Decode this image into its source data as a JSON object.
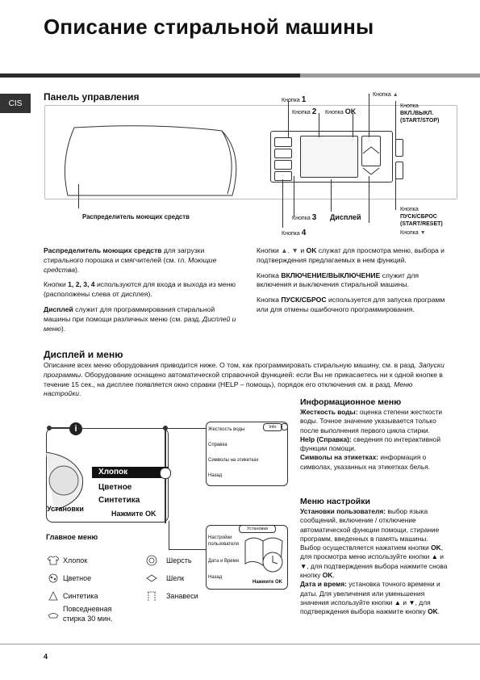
{
  "header": {
    "title": "Описание стиральной машины",
    "lang_tab": "CIS"
  },
  "control_panel": {
    "heading": "Панель управления",
    "labels": {
      "btn1": "Кнопка",
      "btn1_num": "1",
      "btn2": "Кнопка",
      "btn2_num": "2",
      "btnok": "Кнопка",
      "btnok_strong": "OK",
      "btnup": "Кнопка",
      "onoff_1": "Кнопка",
      "onoff_2": "ВКЛ./ВЫКЛ.",
      "onoff_3": "(START/STOP)",
      "start_1": "Кнопка",
      "start_2": "ПУСК/СБРОС",
      "start_3": "(START/RESET)",
      "btndown": "Кнопка",
      "btn3": "Кнопка",
      "btn3_num": "3",
      "btn4": "Кнопка",
      "btn4_num": "4",
      "display": "Дисплей",
      "dispenser": "Распределитель моющих средств"
    }
  },
  "desc_left": {
    "p1_bold": "Распределитель моющих средств",
    "p1_rest": " для загрузки стирального порошка и смягчителей (см. гл. ",
    "p1_ital": "Моющие средства",
    "p1_end": ").",
    "p2_a": "Кнопки ",
    "p2_bold": "1, 2, 3, 4",
    "p2_rest": " используются для входа и выхода из меню (расположены слева от дисплея).",
    "p3_bold": "Дисплей",
    "p3_rest": " служит для программирования стиральной машины при помощи различных меню (см. разд. ",
    "p3_ital": "Дисплей и меню",
    "p3_end": ")."
  },
  "desc_right": {
    "p1_a": "Кнопки ",
    "p1_sym": "▲, ▼",
    "p1_b": " и ",
    "p1_bold": "OK",
    "p1_rest": " служат для просмотра меню, выбора и подтверждения предлагаемых в нем функций.",
    "p2_a": "Кнопка ",
    "p2_bold": "ВКЛЮЧЕНИЕ/ВЫКЛЮЧЕНИЕ",
    "p2_rest": " служит для включения и выключения стиральной машины.",
    "p3_a": "Кнопка ",
    "p3_bold": "ПУСК/СБРОС",
    "p3_rest": " используется для запуска программ или для отмены ошибочного программирования."
  },
  "display_menu": {
    "heading": "Дисплей и меню",
    "text_a": "Описание всех меню оборудования приводится ниже. О том, как программировать стиральную машину, см. в разд. ",
    "text_ital1": "Запуски программы",
    "text_b": ". Оборудование оснащено автоматической справочной функцией: если Вы не прикасаетесь ни к одной кнопке в течение 15 сек., на дисплее появляется окно справки (HELP – помощь), порядок его отключения см. в разд. ",
    "text_ital2": "Меню настройки",
    "text_end": "."
  },
  "main_menu_screen": {
    "items": [
      "Хлопок",
      "Цветное",
      "Синтетика"
    ],
    "press_ok": "Нажмите OK",
    "settings": "Установки",
    "caption": "Главное меню"
  },
  "info_screen": {
    "info_badge": "Info",
    "items": [
      "Жесткость воды",
      "Справка",
      "Символы на этикетках",
      "Назад"
    ]
  },
  "settings_screen": {
    "badge": "Установки",
    "items": [
      "Настройки пользователя",
      "Дата и Время",
      "Назад"
    ],
    "press_ok": "Нажмите OK"
  },
  "programs": {
    "left": [
      {
        "label": "Хлопок",
        "icon": "tshirt-icon"
      },
      {
        "label": "Цветное",
        "icon": "color-icon"
      },
      {
        "label": "Синтетика",
        "icon": "synthetic-icon"
      },
      {
        "label": "Повседневная стирка 30 мин.",
        "icon": "daily-icon"
      }
    ],
    "right": [
      {
        "label": "Шерсть",
        "icon": "wool-icon"
      },
      {
        "label": "Шелк",
        "icon": "silk-icon"
      },
      {
        "label": "Занавеси",
        "icon": "curtain-icon"
      }
    ]
  },
  "info_menu": {
    "heading": "Информационное меню",
    "t1_bold": "Жесткость воды:",
    "t1_rest": " оценка степени жесткости воды. Точное значение указывается только после выполнения первого цикла стирки.",
    "t2_bold": "Help (Справка):",
    "t2_rest": " сведения по интерактивной функции помощи.",
    "t3_bold": "Символы на этикетках:",
    "t3_rest": " информация о символах, указанных на этикетках белья."
  },
  "settings_menu": {
    "heading": "Меню настройки",
    "t1_bold": "Установки пользователя:",
    "t1_rest": " выбор языка сообщений, включение / отключение автоматической функции помощи, стирание программ, введенных в память машины. Выбор осуществляется нажатием кнопки ",
    "t1_ok": "OK",
    "t1_rest2": ", для просмотра меню используйте кнопки ▲ и ▼, для подтверждения выбора нажмите снова кнопку ",
    "t1_ok2": "OK",
    "t1_end": ".",
    "t2_bold": "Дата и время:",
    "t2_rest": " установка точного времени и даты. Для увеличения или уменьшения значения используйте кнопки ▲ и ▼, для подтверждения выбора нажмите кнопку ",
    "t2_ok": "OK",
    "t2_end": "."
  },
  "footer": {
    "page": "4"
  }
}
